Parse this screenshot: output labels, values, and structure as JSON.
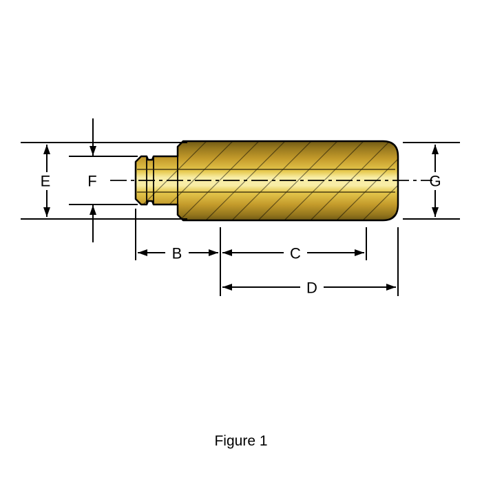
{
  "figure": {
    "caption": "Figure 1"
  },
  "labels": {
    "E": "E",
    "F": "F",
    "G": "G",
    "B": "B",
    "C": "C",
    "D": "D"
  },
  "colors": {
    "line": "#000000",
    "brass_edge": "#6f5915",
    "brass_deep": "#94761d",
    "brass_mid": "#c49b2b",
    "brass_gold": "#e6c94e",
    "brass_highlight": "#f8eda6"
  }
}
